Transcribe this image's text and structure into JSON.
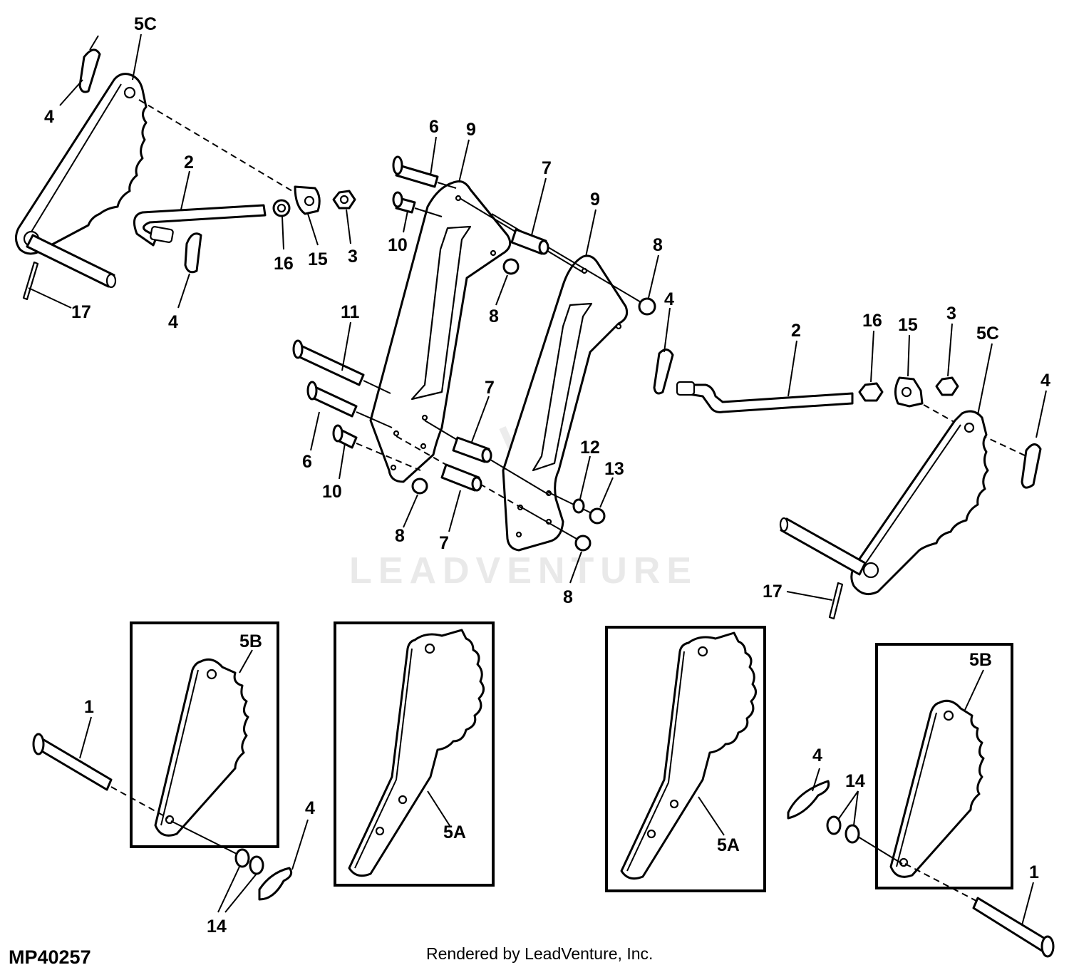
{
  "figure_id": "MP40257",
  "credit": "Rendered by LeadVenture, Inc.",
  "watermark": "LEADVENTURE",
  "callouts": {
    "c5c_left": "5C",
    "c4_top_left": "4",
    "c2_left": "2",
    "c16_left": "16",
    "c15_left": "15",
    "c3_left": "3",
    "c4_left_mid": "4",
    "c17_left": "17",
    "c6_top": "6",
    "c9_left": "9",
    "c7_top": "7",
    "c9_right": "9",
    "c10_top": "10",
    "c8_upper_mid": "8",
    "c8_right_top": "8",
    "c11": "11",
    "c6_lower": "6",
    "c10_lower": "10",
    "c7_mid": "7",
    "c7_low": "7",
    "c8_low_left": "8",
    "c12": "12",
    "c13": "13",
    "c8_bottom": "8",
    "c4_right_top": "4",
    "c2_right": "2",
    "c16_right": "16",
    "c15_right": "15",
    "c3_right": "3",
    "c5c_right": "5C",
    "c4_right": "4",
    "c17_right": "17",
    "c1_left": "1",
    "c5b_left": "5B",
    "c4_bottom_left": "4",
    "c14_left": "14",
    "c5a_left": "5A",
    "c5a_right": "5A",
    "c4_bottom_right": "4",
    "c14_right": "14",
    "c5b_right": "5B",
    "c1_right": "1"
  }
}
